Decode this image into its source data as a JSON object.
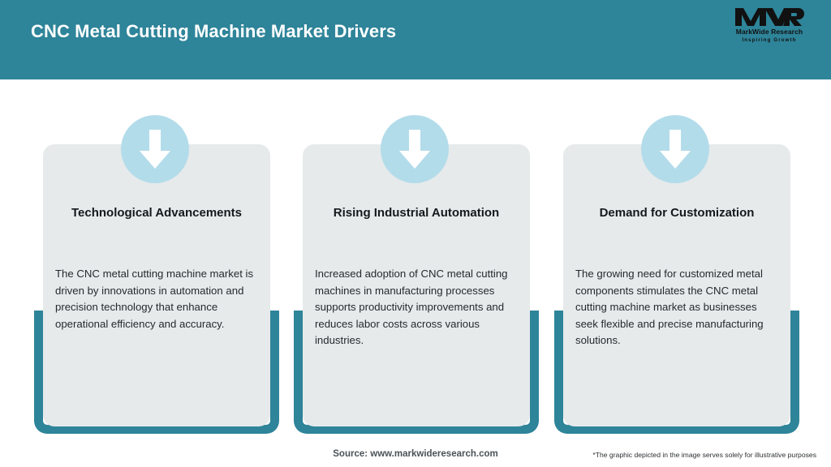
{
  "header": {
    "title": "CNC Metal Cutting Machine Market Drivers",
    "bg_color": "#2e8499",
    "text_color": "#ffffff"
  },
  "logo": {
    "mark": "MWR",
    "name": "MarkWide Research",
    "tagline": "Inspiring Growth"
  },
  "theme": {
    "teal": "#2e8499",
    "card_bg": "#e6eaeb",
    "icon_circle": "#b3dcea",
    "arrow": "#ffffff"
  },
  "cards": [
    {
      "icon": "arrow-down-icon",
      "title": "Technological Advancements",
      "description": "The CNC metal cutting machine market is driven by innovations in automation and precision technology that enhance operational efficiency and accuracy."
    },
    {
      "icon": "arrow-down-icon",
      "title": "Rising Industrial Automation",
      "description": "Increased adoption of CNC metal cutting machines in manufacturing processes supports productivity improvements and reduces labor costs across various industries."
    },
    {
      "icon": "arrow-down-icon",
      "title": "Demand for Customization",
      "description": "The growing need for customized metal components stimulates the CNC metal cutting machine market as businesses seek flexible and precise manufacturing solutions."
    }
  ],
  "footer": {
    "source": "Source: www.markwideresearch.com",
    "note": "*The graphic depicted in the image serves solely for illustrative purposes"
  }
}
